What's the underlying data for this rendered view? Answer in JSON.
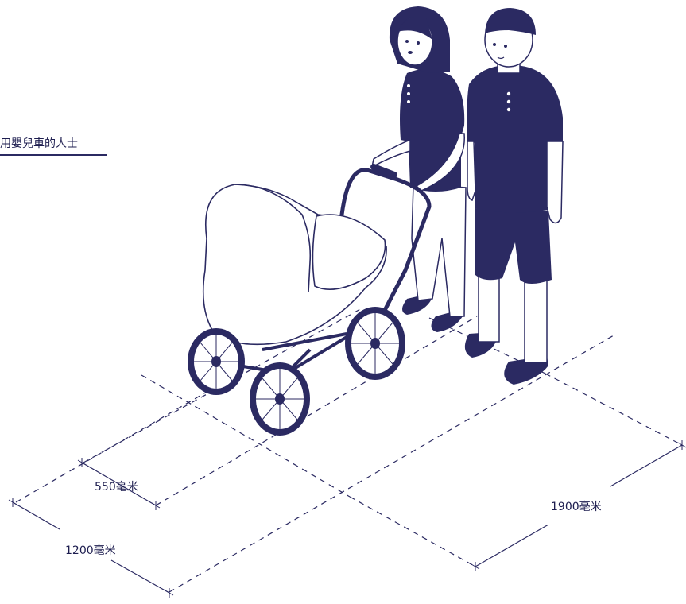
{
  "caption": "用嬰兒車的人士",
  "dimensions": {
    "pram_width": "550毫米",
    "total_width": "1200毫米",
    "length": "1900毫米"
  },
  "colors": {
    "ink": "#2b2a62",
    "line": "#1d1d4f",
    "background": "#ffffff"
  }
}
